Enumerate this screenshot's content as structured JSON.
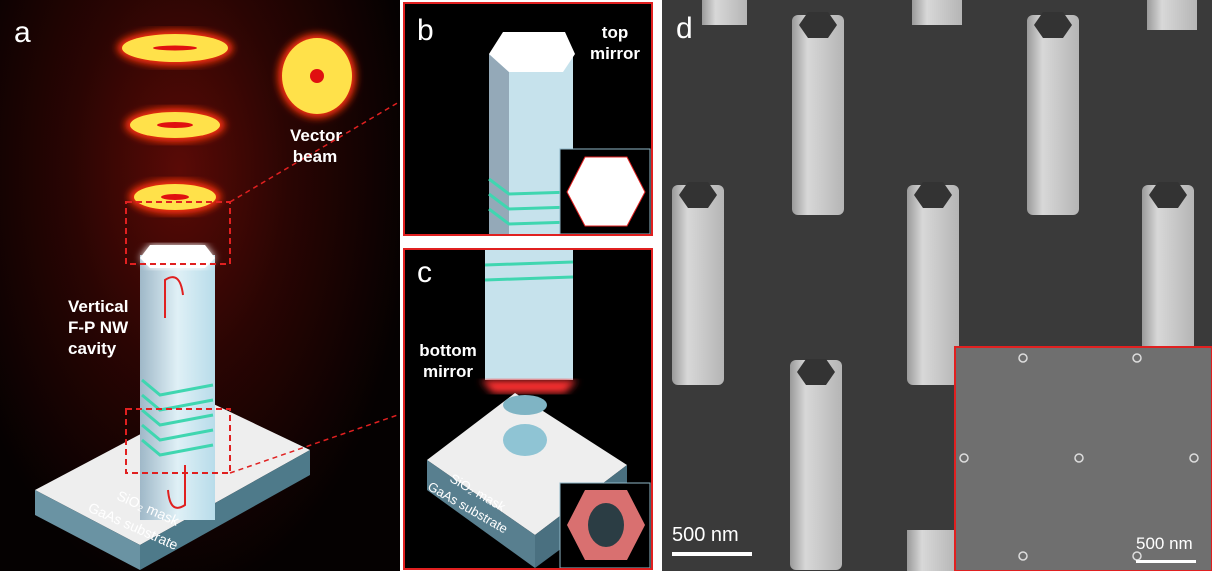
{
  "panel_a": {
    "label": "a",
    "beam_label": "Vector beam",
    "cavity_label": [
      "Vertical",
      "F-P NW",
      "cavity"
    ],
    "mask_label": "SiO₂ mask",
    "substrate_label": "GaAs substrate"
  },
  "panel_b": {
    "label": "b",
    "mirror_label": [
      "top",
      "mirror"
    ]
  },
  "panel_c": {
    "label": "c",
    "mirror_label": [
      "bottom",
      "mirror"
    ],
    "mask_label": "SiO₂ mask",
    "substrate_label": "GaAs substrate"
  },
  "panel_d": {
    "label": "d",
    "scale_bar": "500 nm",
    "inset_scale_bar": "500 nm"
  },
  "colors": {
    "accent": "#e02020",
    "beam": "#ffe14a",
    "nanowire": "#bfe3ee",
    "stripe": "#3fd6b0"
  }
}
